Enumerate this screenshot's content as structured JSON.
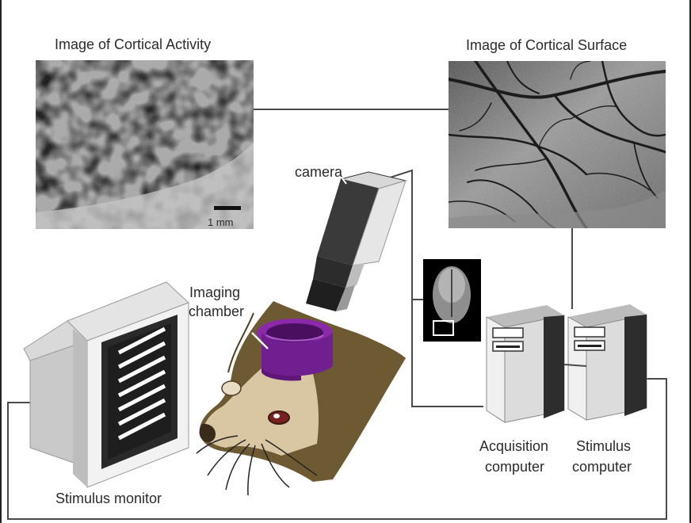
{
  "labels": {
    "cortical_activity_title": "Image of Cortical Activity",
    "cortical_surface_title": "Image of Cortical Surface",
    "scale_bar": "1 mm",
    "camera": "camera",
    "imaging_chamber_line1": "Imaging",
    "imaging_chamber_line2": "chamber",
    "acquisition_line1": "Acquisition",
    "acquisition_line2": "computer",
    "stimulus_computer_line1": "Stimulus",
    "stimulus_computer_line2": "computer",
    "stimulus_monitor": "Stimulus monitor"
  },
  "colors": {
    "background": "#ffffff",
    "text": "#2b2b2b",
    "wire": "#4a4a4a",
    "chamber": "#7a1f9a",
    "head_fur": "#6e5a32",
    "head_face": "#d9c7a3",
    "camera_body": "#3a3a3a",
    "computer_case": "#dcdcdc",
    "monitor_screen": "#1e1e1e"
  }
}
